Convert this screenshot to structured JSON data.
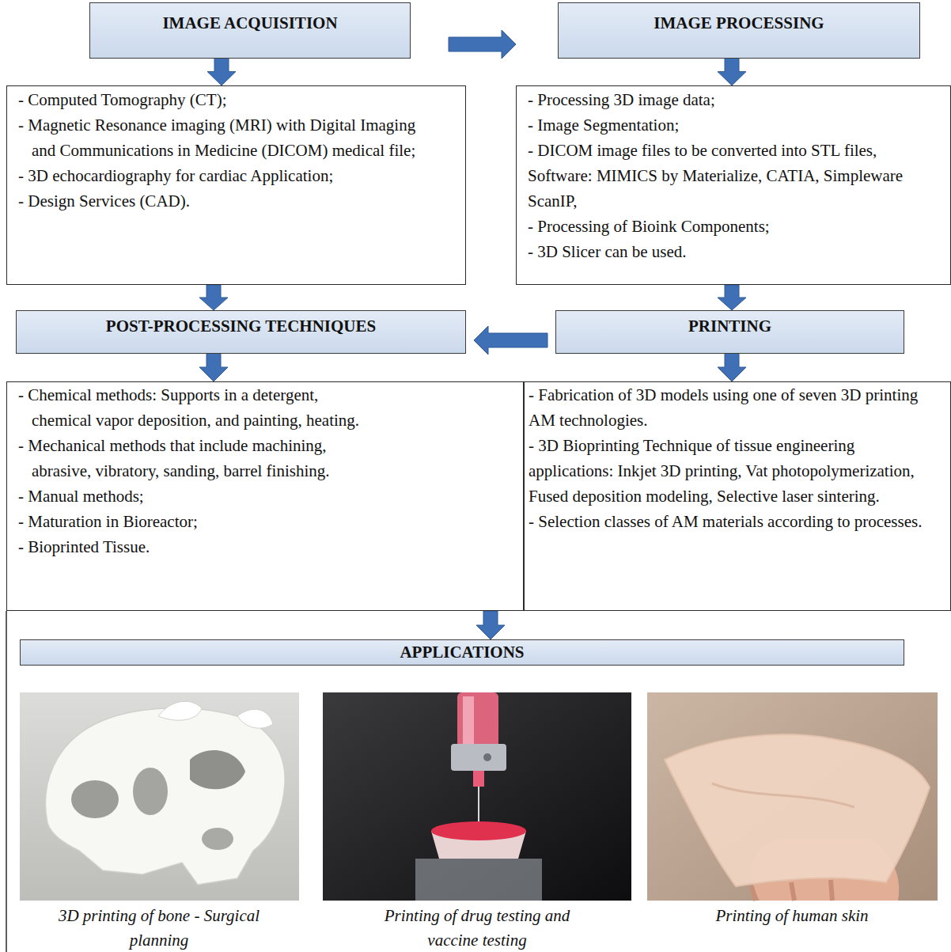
{
  "diagram": {
    "nodes": [
      {
        "text": [
          "IMAGE ACQUISITION"
        ]
      },
      {
        "text": [
          "IMAGE PROCESSING"
        ]
      },
      {
        "text": [
          "- Computed Tomography (CT);",
          "- Magnetic Resonance imaging (MRI) with Digital Imaging and Communications in Medicine (DICOM) medical file;",
          "- 3D echocardiography for cardiac Application;",
          "- Design Services (CAD)."
        ]
      },
      {
        "text": [
          "- Processing 3D image data;",
          "- Image Segmentation;",
          "- DICOM image files to be converted into STL files, Software: MIMICS by Materialize, CATIA, Simpleware ScanIP,",
          "- Processing of Bioink Components;",
          "- 3D Slicer can be used."
        ]
      },
      {
        "text": [
          "POST-PROCESSING TECHNIQUES"
        ]
      },
      {
        "text": [
          "PRINTING"
        ]
      },
      {
        "text": [
          "- Chemical methods: Supports in a detergent, chemical vapor deposition, and painting, heating.",
          "- Mechanical methods that include machining, abrasive, vibratory, sanding, barrel finishing.",
          "- Manual methods;",
          "- Maturation in Bioreactor;",
          "- Bioprinted Tissue."
        ]
      },
      {
        "text": [
          "- Fabrication of 3D models using one of seven 3D printing AM technologies.",
          "- 3D Bioprinting Technique of tissue engineering applications: Inkjet 3D printing, Vat photopolymerization, Fused deposition modeling, Selective laser sintering.",
          "- Selection classes of AM materials according to processes."
        ]
      },
      {
        "text": [
          "APPLICATIONS"
        ]
      }
    ],
    "edges": [
      {
        "from": 0,
        "to": 1,
        "arrow": "to"
      },
      {
        "from": 0,
        "to": 2,
        "arrow": "to"
      },
      {
        "from": 1,
        "to": 3,
        "arrow": "to"
      },
      {
        "from": 2,
        "to": 4,
        "arrow": "to"
      },
      {
        "from": 3,
        "to": 5,
        "arrow": "to"
      },
      {
        "from": 5,
        "to": 4,
        "arrow": "to"
      },
      {
        "from": 4,
        "to": 6,
        "arrow": "to"
      },
      {
        "from": 5,
        "to": 7,
        "arrow": "to"
      },
      {
        "from": 6,
        "to": 8,
        "arrow": "to"
      }
    ],
    "labels": [
      "3D printing of bone - Surgical planning",
      "Printing of drug testing and vaccine testing",
      "Printing of human skin"
    ]
  }
}
